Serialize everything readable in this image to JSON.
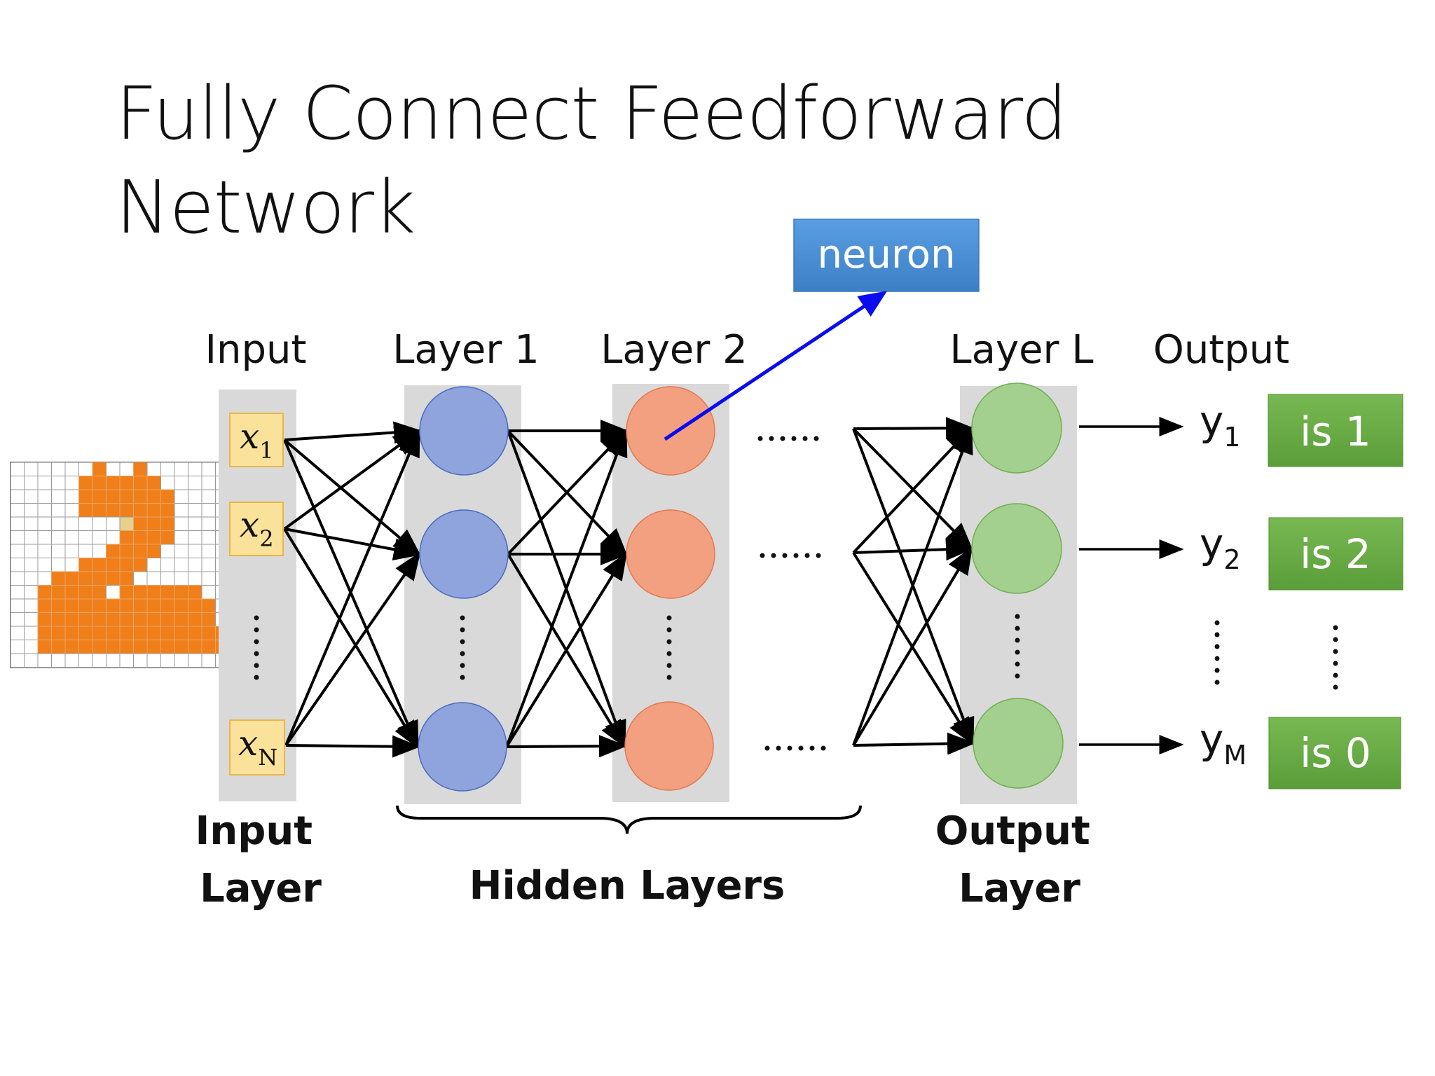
{
  "title": "Fully Connect Feedforward Network",
  "callout": {
    "label": "neuron"
  },
  "column_headers": [
    "Input",
    "Layer 1",
    "Layer 2",
    "Layer L",
    "Output"
  ],
  "input_nodes": [
    {
      "symbol": "x",
      "sub": "1"
    },
    {
      "symbol": "x",
      "sub": "2"
    },
    {
      "symbol": "x",
      "sub": "N"
    }
  ],
  "outputs": [
    {
      "symbol": "y",
      "sub": "1",
      "label": "is 1"
    },
    {
      "symbol": "y",
      "sub": "2",
      "label": "is 2"
    },
    {
      "symbol": "y",
      "sub": "M",
      "label": "is 0"
    }
  ],
  "bottom_labels": {
    "input_layer": [
      "Input",
      "Layer"
    ],
    "hidden_layers": "Hidden Layers",
    "output_layer": [
      "Output",
      "Layer"
    ]
  },
  "ellipsis_horizontal": "……",
  "ellipsis_vertical": "⋮",
  "colors": {
    "layer1": "#8fa3dc",
    "layer2": "#f2a07f",
    "layerL": "#a3d08e",
    "column_bg": "#d9d9d9",
    "input_box": "#fbe29a",
    "output_box": "#6aad45",
    "callout": "#4b8fd4",
    "callout_arrow": "#0b0bee",
    "digit": "#f07f1a"
  }
}
